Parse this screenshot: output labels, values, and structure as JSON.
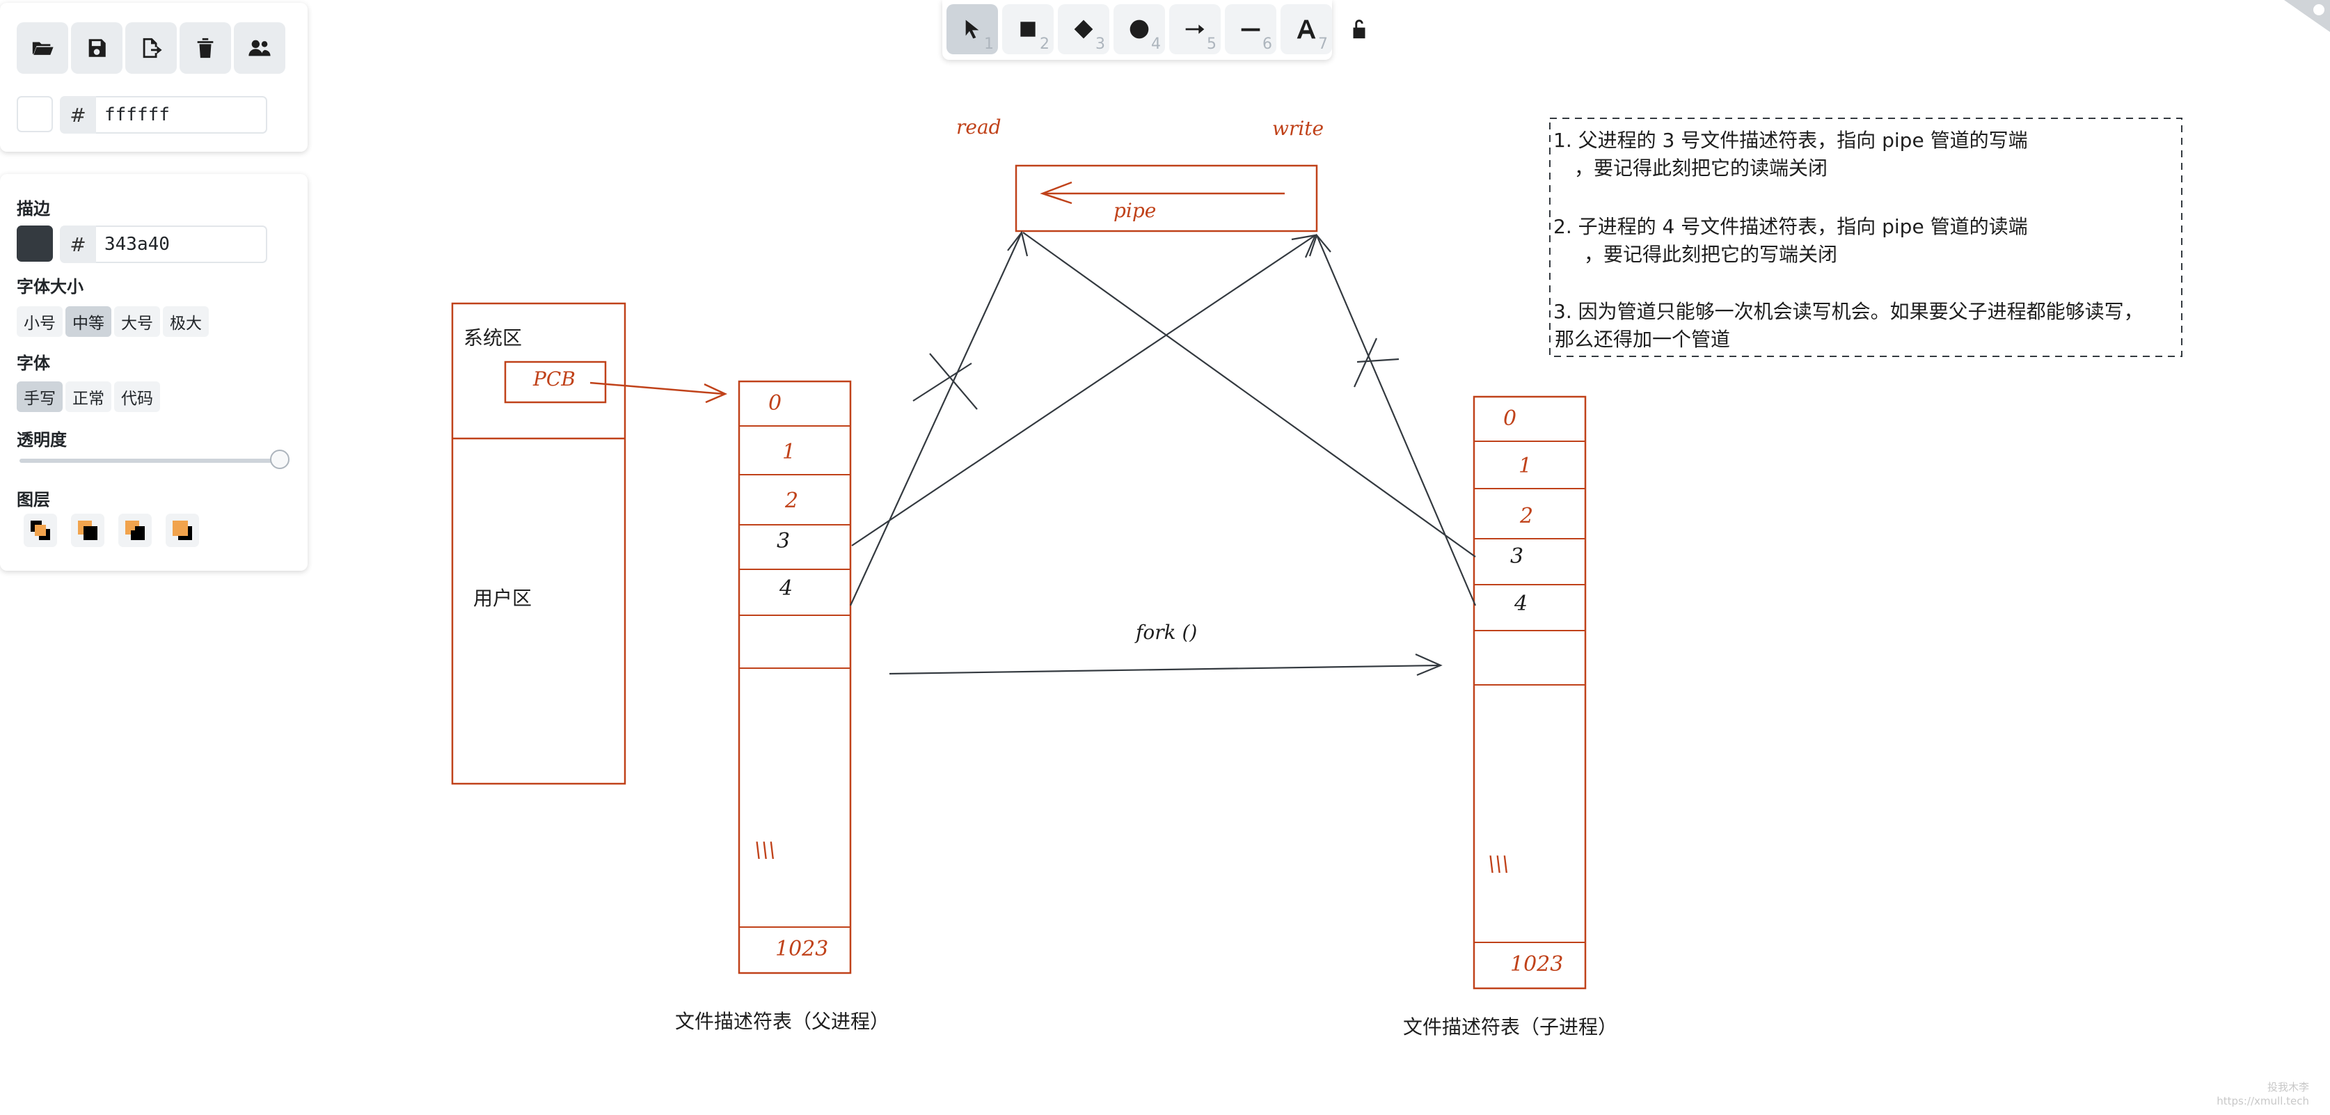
{
  "menu": {
    "buttons": [
      {
        "name": "open-button",
        "icon": "folder-open-icon"
      },
      {
        "name": "save-button",
        "icon": "save-icon"
      },
      {
        "name": "export-button",
        "icon": "export-icon"
      },
      {
        "name": "clear-canvas-button",
        "icon": "trash-icon"
      },
      {
        "name": "collaborate-button",
        "icon": "users-icon"
      }
    ],
    "background_color_hash": "#",
    "background_color_value": "ffffff"
  },
  "properties": {
    "stroke_label": "描边",
    "stroke_hash": "#",
    "stroke_value": "343a40",
    "stroke_color": "#343a40",
    "font_size_label": "字体大小",
    "font_sizes": [
      "小号",
      "中等",
      "大号",
      "极大"
    ],
    "font_size_selected": "中等",
    "font_family_label": "字体",
    "font_families": [
      "手写",
      "正常",
      "代码"
    ],
    "font_family_selected": "手写",
    "opacity_label": "透明度",
    "opacity_value": 1.0,
    "layers_label": "图层"
  },
  "toolbar": {
    "tools": [
      {
        "name": "selection",
        "icon": "pointer-icon",
        "key": "1",
        "selected": true
      },
      {
        "name": "rectangle",
        "icon": "square-icon",
        "key": "2"
      },
      {
        "name": "diamond",
        "icon": "diamond-icon",
        "key": "3"
      },
      {
        "name": "ellipse",
        "icon": "circle-icon",
        "key": "4"
      },
      {
        "name": "arrow",
        "icon": "arrow-icon",
        "key": "5"
      },
      {
        "name": "line",
        "icon": "line-icon",
        "key": "6"
      },
      {
        "name": "text",
        "icon": "text-icon",
        "key": "7"
      }
    ],
    "lock_icon": "unlock-icon"
  },
  "canvas": {
    "sys_area": "系统区",
    "pcb": "PCB",
    "user_area": "用户区",
    "read": "read",
    "write": "write",
    "pipe": "pipe",
    "fork": "fork ()",
    "parent_caption": "文件描述符表（父进程）",
    "child_caption": "文件描述符表（子进程）",
    "fd_rows": [
      "0",
      "1",
      "2",
      "3",
      "4"
    ],
    "ellipsis": "\\\\\\",
    "last_fd": "1023",
    "notes": [
      "1.  父进程的  3  号文件描述符表，指向  pipe  管道的写端",
      "，要记得此刻把它的读端关闭",
      "2.  子进程的  4  号文件描述符表，指向  pipe  管道的读端",
      "，要记得此刻把它的写端关闭",
      "3.  因为管道只能够一次机会读写机会。如果要父子进程都能够读写，",
      "那么还得加一个管道"
    ],
    "watermark_line1": "投我木李",
    "watermark_line2": "https://xmull.tech"
  }
}
